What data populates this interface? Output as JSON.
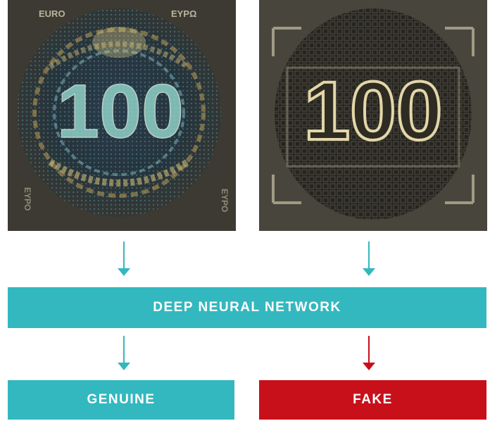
{
  "colors": {
    "teal": "#33b8bf",
    "red": "#c8101a",
    "genuine_bg": "#3d3a33",
    "fake_bg": "#48463c",
    "holo_gold": "#d8c27a",
    "holo_cyan": "#7fc9c0"
  },
  "images": {
    "genuine": {
      "description_icon": "genuine-hologram-image",
      "corner_texts": [
        "EURO",
        "ΕΥΡΩ",
        "EYPO",
        "EYPO"
      ],
      "denomination": "100"
    },
    "fake": {
      "description_icon": "fake-hologram-image",
      "denomination": "100"
    }
  },
  "diagram": {
    "network_label": "DEEP NEURAL NETWORK",
    "genuine_label": "GENUINE",
    "fake_label": "FAKE"
  }
}
